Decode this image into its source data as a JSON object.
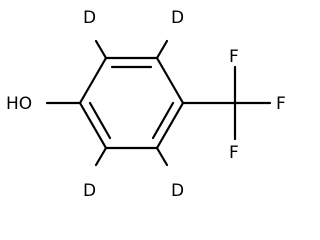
{
  "molecule": {
    "atoms": {
      "hydroxyl": "HO",
      "deuterium_top_left": "D",
      "deuterium_top_right": "D",
      "deuterium_bottom_left": "D",
      "deuterium_bottom_right": "D",
      "fluorine_top": "F",
      "fluorine_right": "F",
      "fluorine_bottom": "F"
    }
  }
}
